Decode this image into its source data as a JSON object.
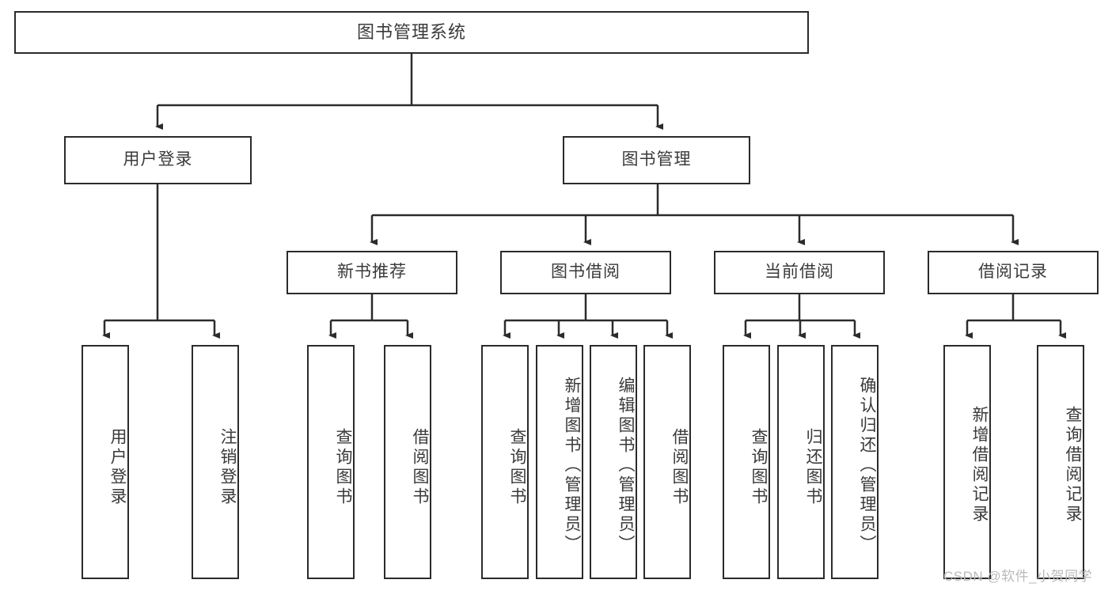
{
  "diagram": {
    "type": "hierarchy-tree",
    "title": "图书管理系统",
    "levels": 4,
    "root": {
      "label": "图书管理系统"
    },
    "level2": [
      {
        "label": "用户登录"
      },
      {
        "label": "图书管理"
      }
    ],
    "level3": [
      {
        "label": "新书推荐",
        "parent": "图书管理"
      },
      {
        "label": "图书借阅",
        "parent": "图书管理"
      },
      {
        "label": "当前借阅",
        "parent": "图书管理"
      },
      {
        "label": "借阅记录",
        "parent": "图书管理"
      }
    ],
    "leaves": {
      "user_login": [
        {
          "label": "用户登录"
        },
        {
          "label": "注销登录"
        }
      ],
      "new_book_recommend": [
        {
          "label": "查询图书"
        },
        {
          "label": "借阅图书"
        }
      ],
      "book_borrow": [
        {
          "label": "查询图书"
        },
        {
          "label": "新增图书（管理员）"
        },
        {
          "label": "编辑图书（管理员）"
        },
        {
          "label": "借阅图书"
        }
      ],
      "current_borrow": [
        {
          "label": "查询图书"
        },
        {
          "label": "归还图书"
        },
        {
          "label": "确认归还（管理员）"
        }
      ],
      "borrow_record": [
        {
          "label": "新增借阅记录"
        },
        {
          "label": "查询借阅记录"
        }
      ]
    }
  },
  "watermark": {
    "text": "CSDN @软件_小贺同学"
  },
  "colors": {
    "stroke": "#2b2b2b",
    "text": "#3a3a3a",
    "background": "#ffffff",
    "watermark": "#b9b9b9"
  }
}
